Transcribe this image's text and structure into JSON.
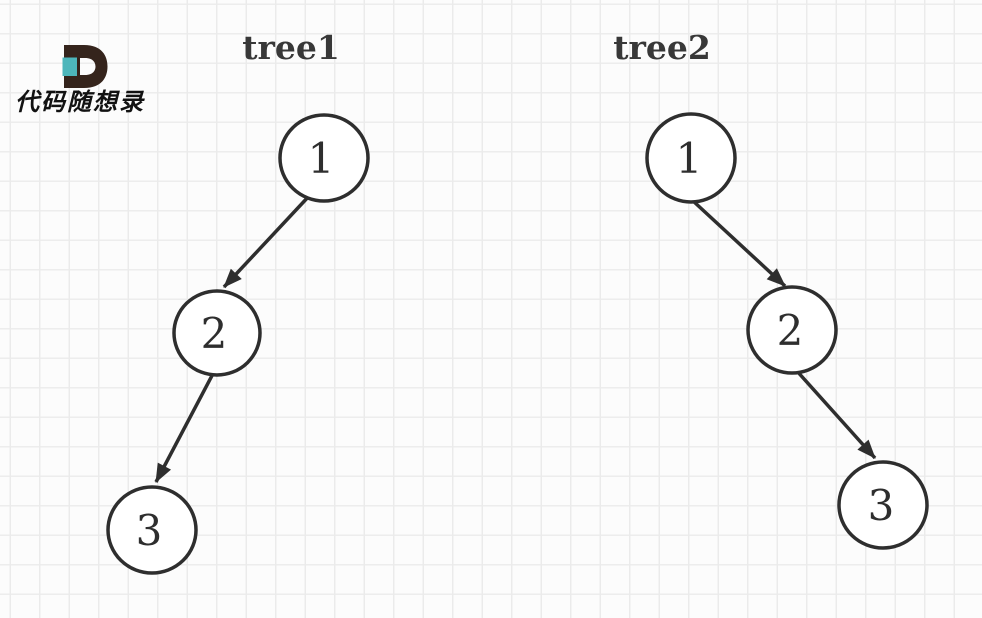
{
  "canvas": {
    "background_color": "#fcfcfc",
    "grid_line_color": "#ebebeb",
    "stroke_color": "#2e2e2e"
  },
  "logo": {
    "letter": "D",
    "letter_color": "#35241c",
    "accent_color": "#4db6bb",
    "brand_text": "代码随想录"
  },
  "trees": [
    {
      "title": "tree1",
      "nodes": [
        {
          "label": "1"
        },
        {
          "label": "2"
        },
        {
          "label": "3"
        }
      ],
      "edges": [
        {
          "from": "1",
          "to": "2",
          "direction": "left"
        },
        {
          "from": "2",
          "to": "3",
          "direction": "left"
        }
      ]
    },
    {
      "title": "tree2",
      "nodes": [
        {
          "label": "1"
        },
        {
          "label": "2"
        },
        {
          "label": "3"
        }
      ],
      "edges": [
        {
          "from": "1",
          "to": "2",
          "direction": "right"
        },
        {
          "from": "2",
          "to": "3",
          "direction": "right"
        }
      ]
    }
  ]
}
